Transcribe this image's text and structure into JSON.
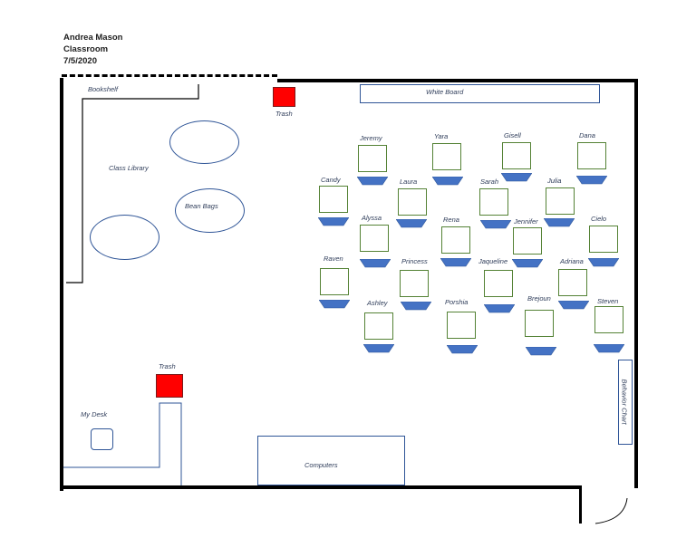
{
  "header": {
    "name": "Andrea Mason",
    "room": "Classroom",
    "date": "7/5/2020"
  },
  "labels": {
    "bookshelf": "Bookshelf",
    "trash_top": "Trash",
    "white_board": "White Board",
    "class_library": "Class Library",
    "bean_bags": "Bean Bags",
    "trash_bottom": "Trash",
    "my_desk": "My Desk",
    "computers": "Computers",
    "behavior_chart": "Behavior Chart"
  },
  "colors": {
    "trash": "#ff0000",
    "desk_border": "#548235",
    "chair_fill": "#4472c4",
    "outline": "#2f5597"
  },
  "students": [
    {
      "name": "Jeremy"
    },
    {
      "name": "Yara"
    },
    {
      "name": "Gisell"
    },
    {
      "name": "Dana"
    },
    {
      "name": "Candy"
    },
    {
      "name": "Laura"
    },
    {
      "name": "Sarah"
    },
    {
      "name": "Julia"
    },
    {
      "name": "Alyssa"
    },
    {
      "name": "Rena"
    },
    {
      "name": "Jennifer"
    },
    {
      "name": "Cielo"
    },
    {
      "name": "Raven"
    },
    {
      "name": "Princess"
    },
    {
      "name": "Jaqueline"
    },
    {
      "name": "Adriana"
    },
    {
      "name": "Ashley"
    },
    {
      "name": "Porshia"
    },
    {
      "name": "Brejoun"
    },
    {
      "name": "Steven"
    }
  ]
}
